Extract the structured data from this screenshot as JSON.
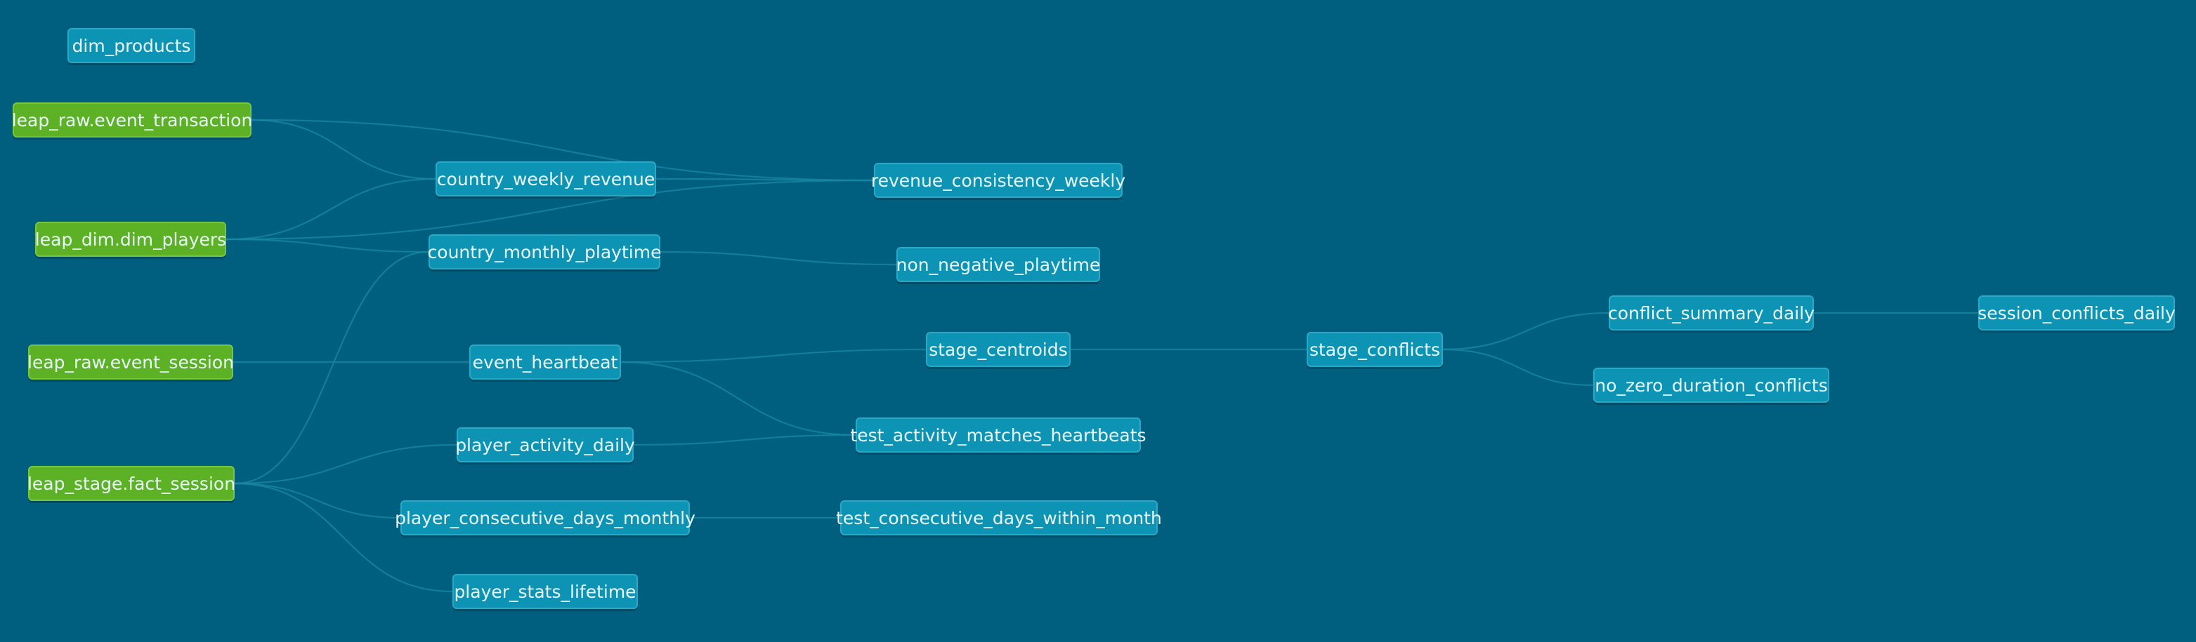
{
  "colors": {
    "background": "#005f7f",
    "model_node": "#0d94b4",
    "source_node": "#5cb125",
    "edge": "#1a87a6"
  },
  "nodes": {
    "dim_products": "dim_products",
    "leap_raw_event_transaction": "leap_raw.event_transaction",
    "leap_dim_dim_players": "leap_dim.dim_players",
    "leap_raw_event_session": "leap_raw.event_session",
    "leap_stage_fact_session": "leap_stage.fact_session",
    "country_weekly_revenue": "country_weekly_revenue",
    "country_monthly_playtime": "country_monthly_playtime",
    "event_heartbeat": "event_heartbeat",
    "player_activity_daily": "player_activity_daily",
    "player_consecutive_days_monthly": "player_consecutive_days_monthly",
    "player_stats_lifetime": "player_stats_lifetime",
    "revenue_consistency_weekly": "revenue_consistency_weekly",
    "non_negative_playtime": "non_negative_playtime",
    "stage_centroids": "stage_centroids",
    "test_activity_matches_heartbeats": "test_activity_matches_heartbeats",
    "test_consecutive_days_within_month": "test_consecutive_days_within_month",
    "stage_conflicts": "stage_conflicts",
    "conflict_summary_daily": "conflict_summary_daily",
    "no_zero_duration_conflicts": "no_zero_duration_conflicts",
    "session_conflicts_daily": "session_conflicts_daily"
  },
  "edges": [
    [
      "leap_raw_event_transaction",
      "country_weekly_revenue"
    ],
    [
      "leap_raw_event_transaction",
      "revenue_consistency_weekly"
    ],
    [
      "leap_dim_dim_players",
      "country_weekly_revenue"
    ],
    [
      "leap_dim_dim_players",
      "revenue_consistency_weekly"
    ],
    [
      "leap_dim_dim_players",
      "country_monthly_playtime"
    ],
    [
      "country_weekly_revenue",
      "revenue_consistency_weekly"
    ],
    [
      "country_monthly_playtime",
      "non_negative_playtime"
    ],
    [
      "leap_raw_event_session",
      "event_heartbeat"
    ],
    [
      "event_heartbeat",
      "stage_centroids"
    ],
    [
      "event_heartbeat",
      "test_activity_matches_heartbeats"
    ],
    [
      "leap_stage_fact_session",
      "country_monthly_playtime"
    ],
    [
      "leap_stage_fact_session",
      "player_activity_daily"
    ],
    [
      "leap_stage_fact_session",
      "player_consecutive_days_monthly"
    ],
    [
      "leap_stage_fact_session",
      "player_stats_lifetime"
    ],
    [
      "player_activity_daily",
      "test_activity_matches_heartbeats"
    ],
    [
      "player_consecutive_days_monthly",
      "test_consecutive_days_within_month"
    ],
    [
      "stage_centroids",
      "stage_conflicts"
    ],
    [
      "stage_conflicts",
      "conflict_summary_daily"
    ],
    [
      "stage_conflicts",
      "no_zero_duration_conflicts"
    ],
    [
      "conflict_summary_daily",
      "session_conflicts_daily"
    ]
  ]
}
